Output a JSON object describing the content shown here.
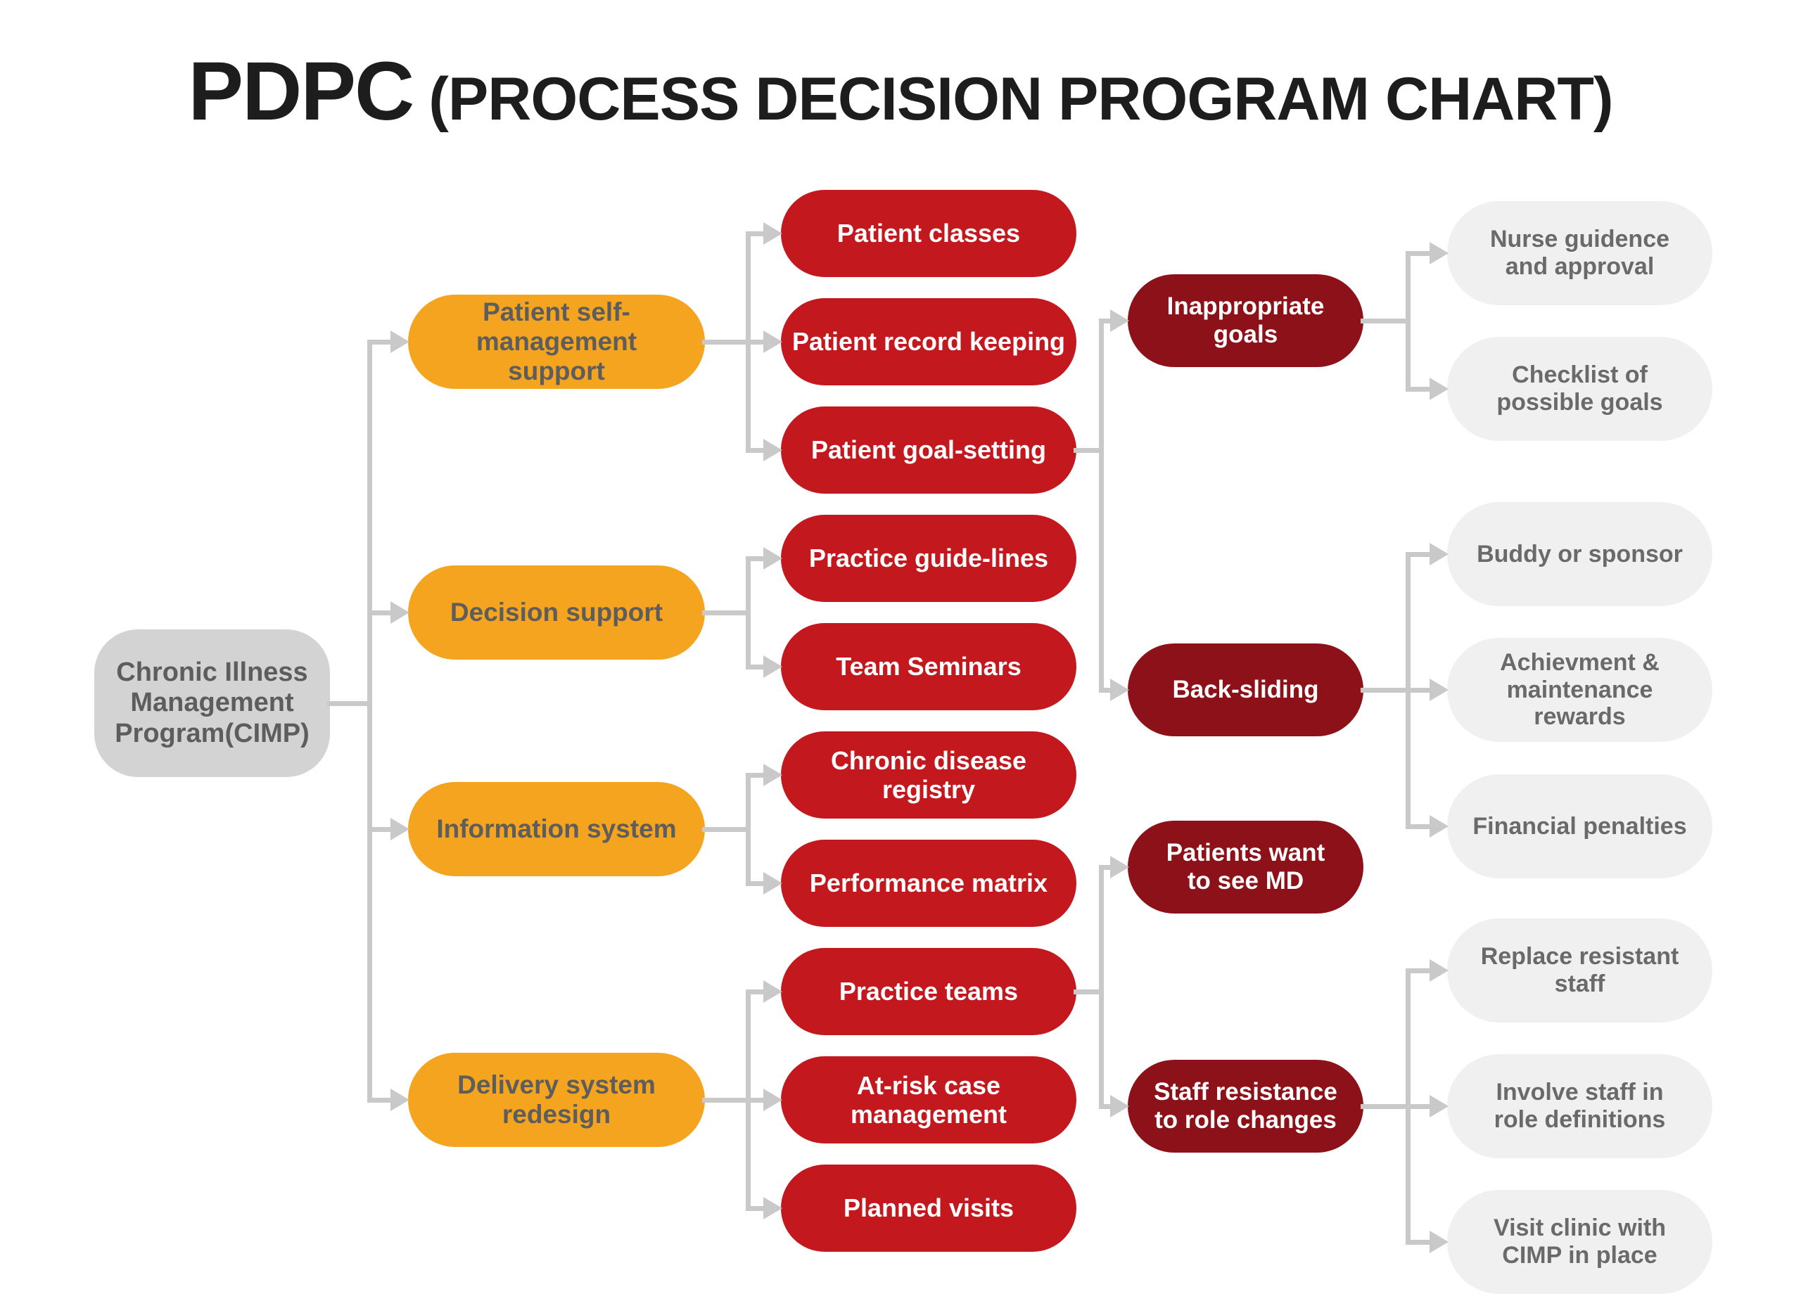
{
  "title": {
    "main": "PDPC",
    "sub": "(PROCESS DECISION PROGRAM CHART)"
  },
  "colors": {
    "root_fill": "#d3d3d3",
    "category_fill": "#f5a41f",
    "action_fill": "#c2181e",
    "risk_fill": "#8d1118",
    "terminal_fill": "#f0f0f0",
    "connector": "#c9c9c9",
    "title_text": "#1d1d1d",
    "dark_text": "#5d5d5d",
    "terminal_text": "#6a6a6a",
    "light_text": "#ffffff"
  },
  "nodes": [
    {
      "id": "cimp",
      "type": "root",
      "label": "Chronic Illness\nManagement\nProgram(CIMP)"
    },
    {
      "id": "psm",
      "type": "category",
      "label": "Patient self-\nmanagement\nsupport"
    },
    {
      "id": "ds",
      "type": "category",
      "label": "Decision support"
    },
    {
      "id": "is",
      "type": "category",
      "label": "Information system"
    },
    {
      "id": "dsr",
      "type": "category",
      "label": "Delivery system\nredesign"
    },
    {
      "id": "pc",
      "type": "action",
      "label": "Patient classes"
    },
    {
      "id": "prk",
      "type": "action",
      "label": "Patient record keeping"
    },
    {
      "id": "pgs",
      "type": "action",
      "label": "Patient goal-setting"
    },
    {
      "id": "pgl",
      "type": "action",
      "label": "Practice guide-lines"
    },
    {
      "id": "ts",
      "type": "action",
      "label": "Team Seminars"
    },
    {
      "id": "cdr",
      "type": "action",
      "label": "Chronic disease\nregistry"
    },
    {
      "id": "pm",
      "type": "action",
      "label": "Performance matrix"
    },
    {
      "id": "pt",
      "type": "action",
      "label": "Practice teams"
    },
    {
      "id": "arcm",
      "type": "action",
      "label": "At-risk case\nmanagement"
    },
    {
      "id": "pv",
      "type": "action",
      "label": "Planned visits"
    },
    {
      "id": "ig",
      "type": "risk",
      "label": "Inappropriate\ngoals"
    },
    {
      "id": "bs",
      "type": "risk",
      "label": "Back-sliding"
    },
    {
      "id": "pwmd",
      "type": "risk",
      "label": "Patients want\nto see MD"
    },
    {
      "id": "srrc",
      "type": "risk",
      "label": "Staff resistance\nto role changes"
    },
    {
      "id": "nga",
      "type": "terminal",
      "label": "Nurse guidence\nand approval"
    },
    {
      "id": "cpg",
      "type": "terminal",
      "label": "Checklist of\npossible goals"
    },
    {
      "id": "bos",
      "type": "terminal",
      "label": "Buddy or sponsor"
    },
    {
      "id": "amr",
      "type": "terminal",
      "label": "Achievment &\nmaintenance rewards"
    },
    {
      "id": "fp",
      "type": "terminal",
      "label": "Financial penalties"
    },
    {
      "id": "rrs",
      "type": "terminal",
      "label": "Replace resistant\nstaff"
    },
    {
      "id": "isrd",
      "type": "terminal",
      "label": "Involve staff in\nrole definitions"
    },
    {
      "id": "vcc",
      "type": "terminal",
      "label": "Visit clinic with\nCIMP in place"
    }
  ],
  "edges": [
    {
      "from": "cimp",
      "to": [
        "psm",
        "ds",
        "is",
        "dsr"
      ]
    },
    {
      "from": "psm",
      "to": [
        "pc",
        "prk",
        "pgs"
      ]
    },
    {
      "from": "ds",
      "to": [
        "pgl",
        "ts"
      ]
    },
    {
      "from": "is",
      "to": [
        "cdr",
        "pm"
      ]
    },
    {
      "from": "dsr",
      "to": [
        "pt",
        "arcm",
        "pv"
      ]
    },
    {
      "from": "pgs",
      "to": [
        "ig",
        "bs"
      ]
    },
    {
      "from": "pt",
      "to": [
        "pwmd",
        "srrc"
      ]
    },
    {
      "from": "ig",
      "to": [
        "nga",
        "cpg"
      ]
    },
    {
      "from": "bs",
      "to": [
        "bos",
        "amr",
        "fp"
      ]
    },
    {
      "from": "srrc",
      "to": [
        "rrs",
        "isrd",
        "vcc"
      ]
    }
  ]
}
